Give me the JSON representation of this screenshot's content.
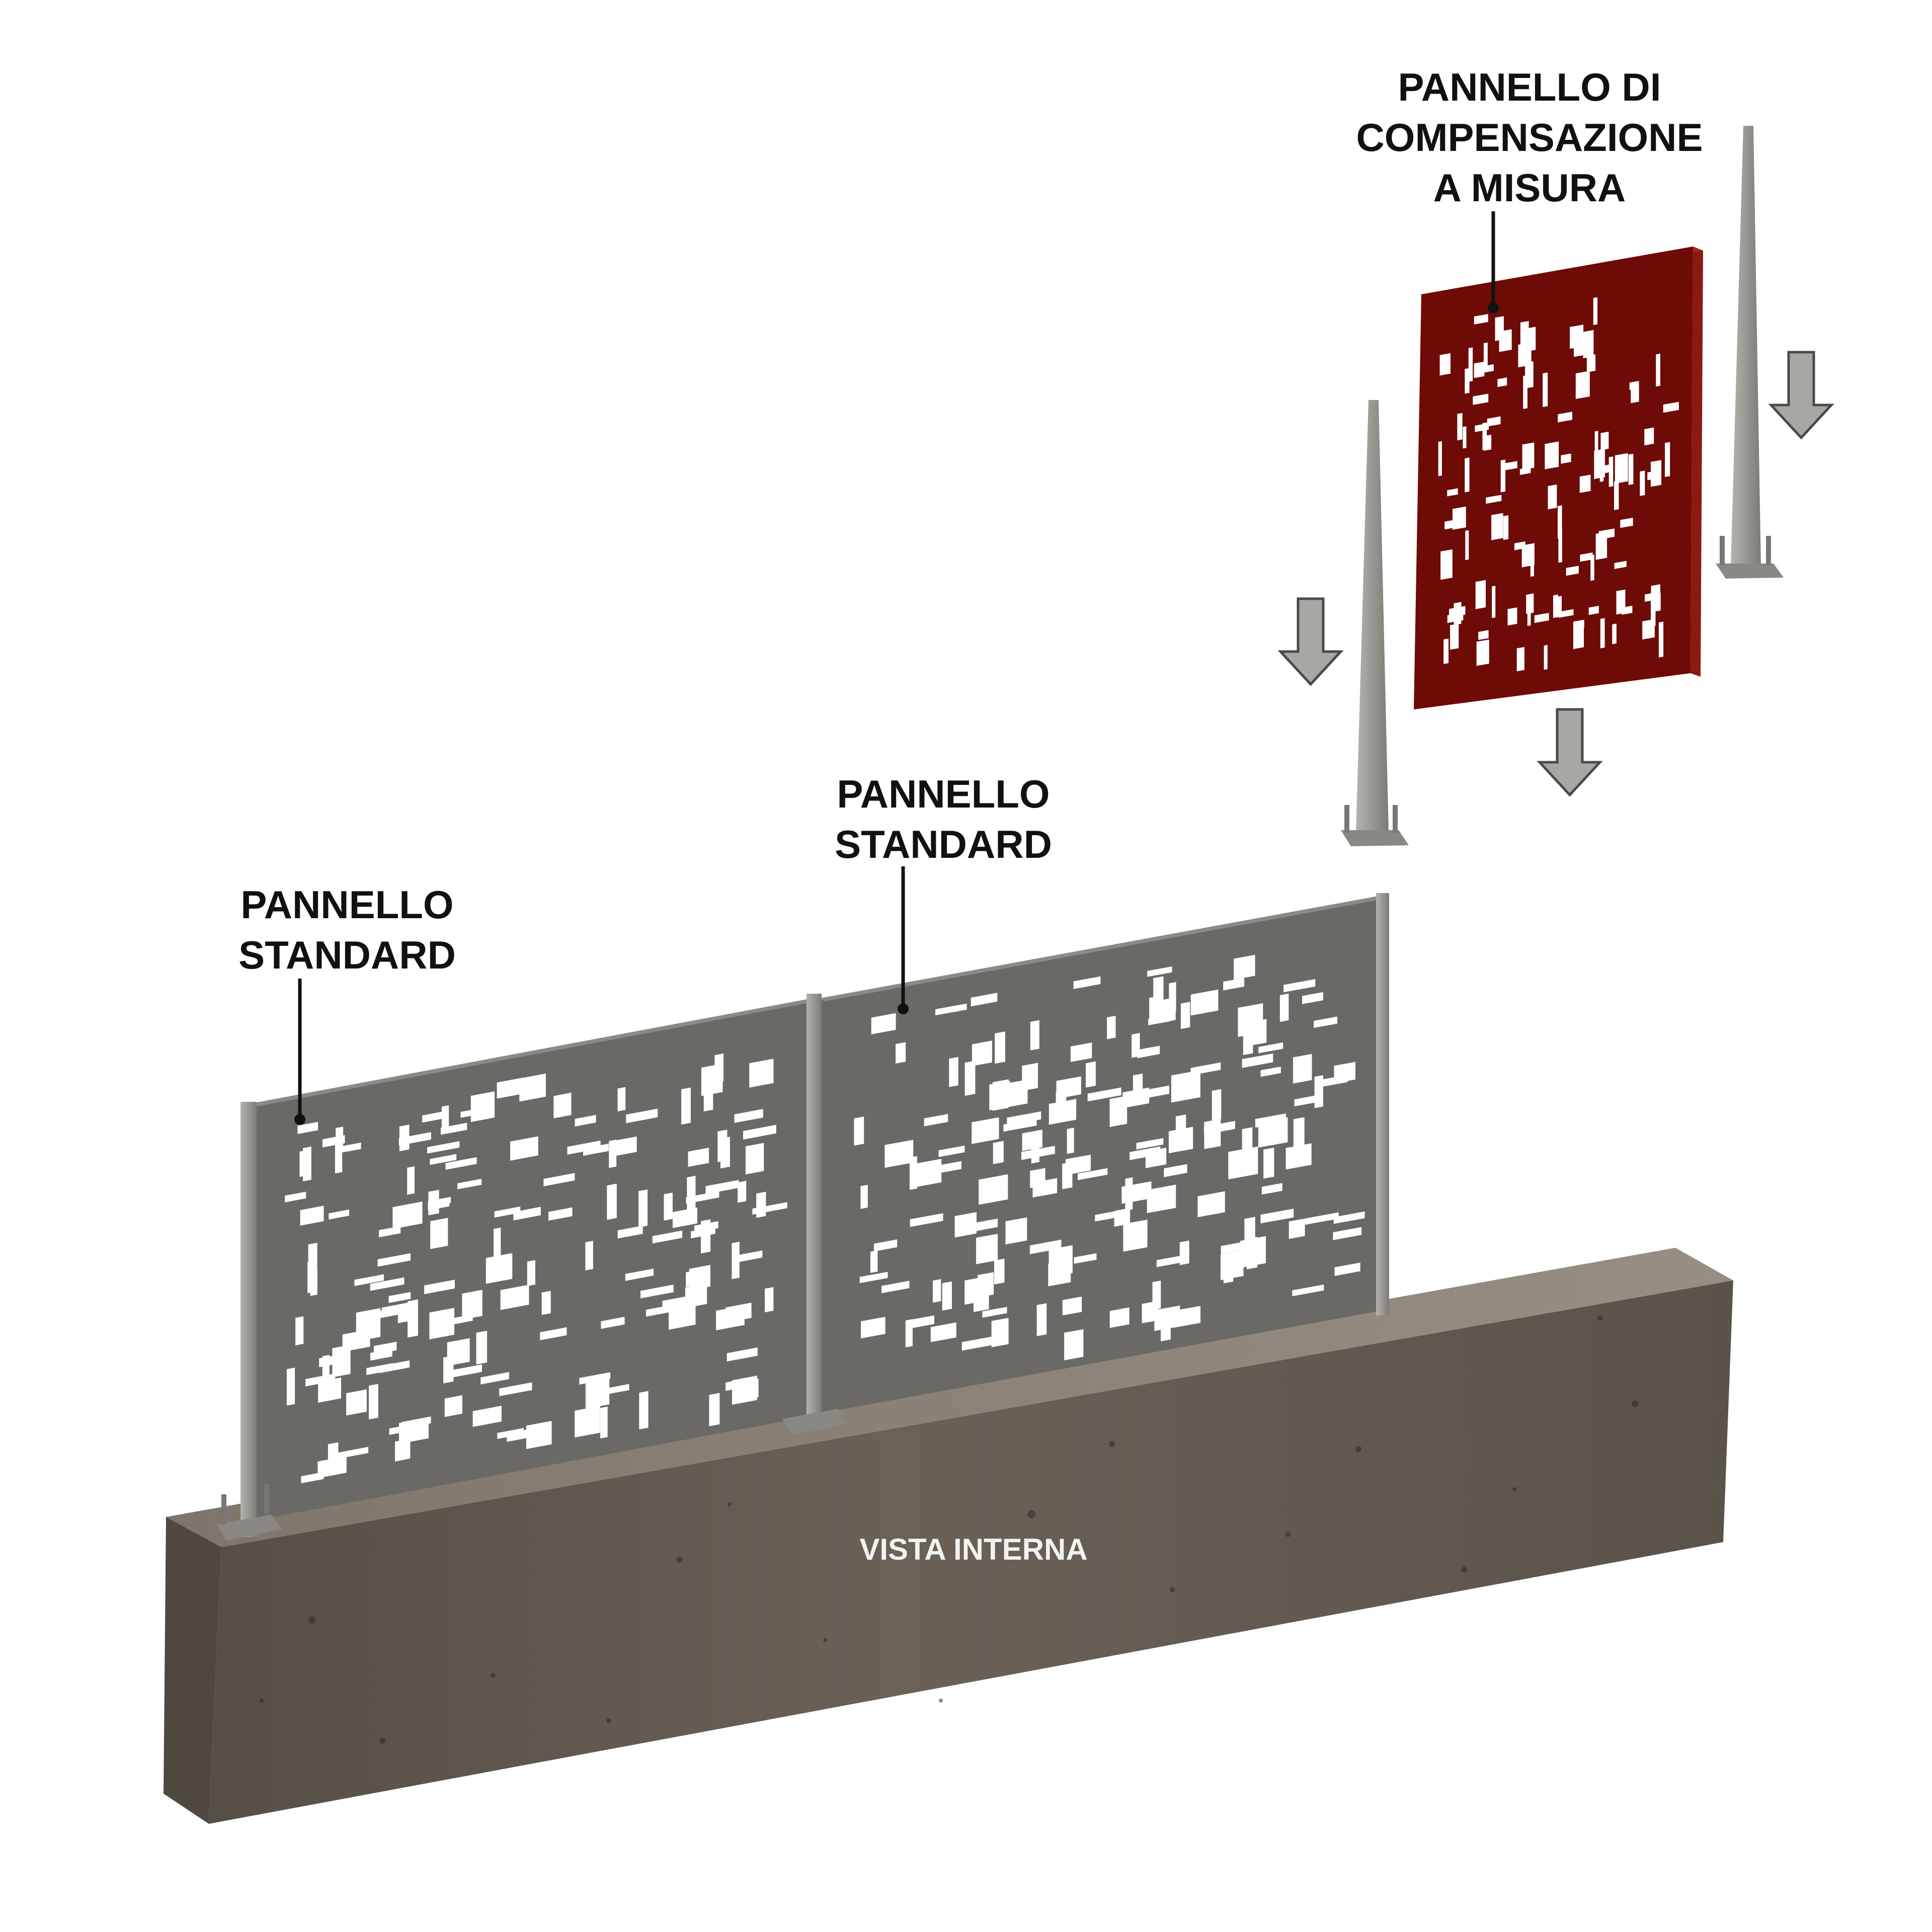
{
  "labels": {
    "custom_panel": [
      "PANNELLO DI",
      "COMPENSAZIONE",
      "A MISURA"
    ],
    "standard_panel_right": [
      "PANNELLO",
      "STANDARD"
    ],
    "standard_panel_left": [
      "PANNELLO",
      "STANDARD"
    ],
    "wall_view": "VISTA INTERNA"
  },
  "colors": {
    "background": "#ffffff",
    "standard_panel": "#6b6965",
    "standard_panel_edge": "#8c8a86",
    "custom_panel": "#6e0b06",
    "custom_panel_edge": "#8a1a12",
    "post": "#9a9892",
    "concrete_front": "#625a50",
    "concrete_top": "#8b8377",
    "arrow_fill": "#a8a7a3",
    "arrow_stroke": "#4a4a48"
  },
  "icons": [
    "down-arrow-icon",
    "bolt-icon"
  ]
}
